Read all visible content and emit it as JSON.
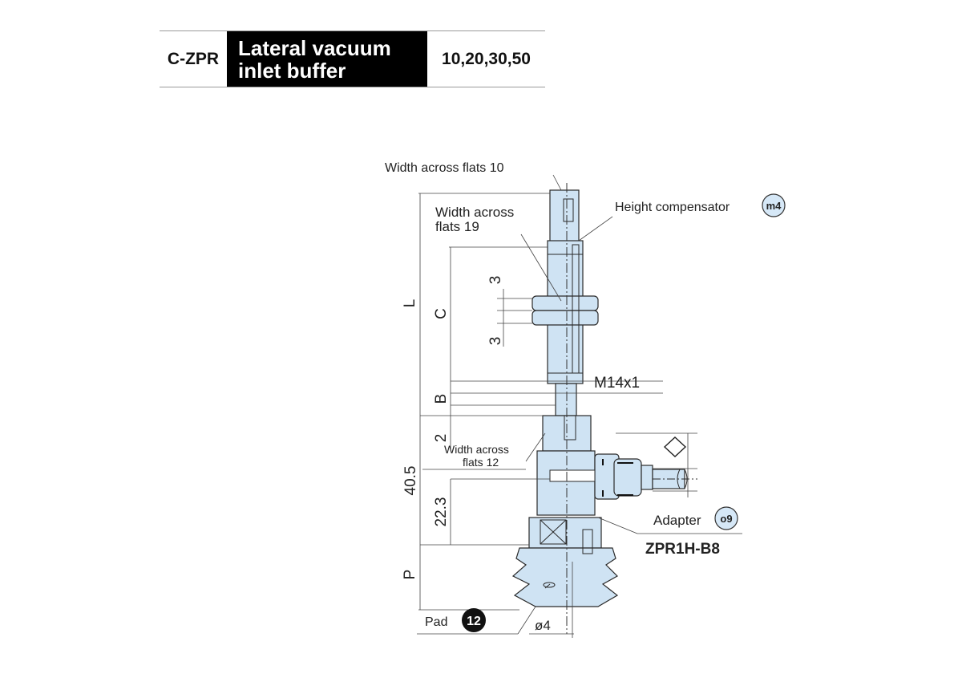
{
  "header": {
    "model_code": "C-ZPR",
    "title": "Lateral vacuum inlet buffer",
    "sizes": "10,20,30,50"
  },
  "diagram": {
    "labels": {
      "wf10": "Width across flats 10",
      "wf19_line1": "Width across",
      "wf19_line2": "flats 19",
      "height_comp": "Height compensator",
      "height_comp_badge": "m4",
      "wf12_line1": "Width across",
      "wf12_line2": "flats 12",
      "thread": "M14x1",
      "adapter": "Adapter",
      "adapter_badge": "o9",
      "adapter_model": "ZPR1H-B8",
      "pad": "Pad",
      "pad_badge": "12",
      "dia": "ø4"
    },
    "dims": {
      "L": "L",
      "C": "C",
      "B": "B",
      "two": "2",
      "three_a": "3",
      "three_b": "3",
      "d405": "40.5",
      "d223": "22.3",
      "P": "P"
    },
    "colors": {
      "part_fill": "#cfe3f3",
      "part_stroke": "#2a2a2a",
      "line": "#333333",
      "badge_fill": "#d6e8f7"
    }
  }
}
